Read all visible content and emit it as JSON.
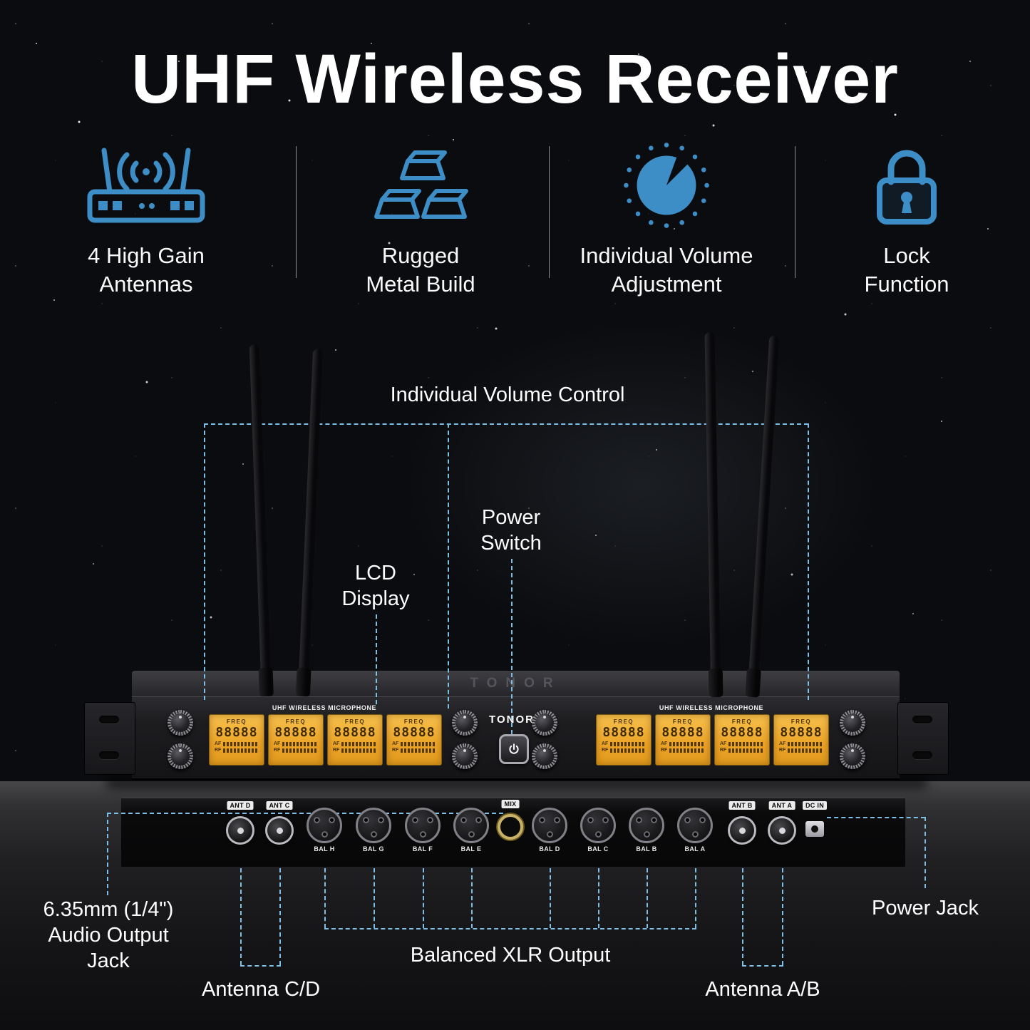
{
  "title": "UHF Wireless Receiver",
  "features": [
    {
      "name": "high-gain-antennas",
      "label_line1": "4 High Gain",
      "label_line2": "Antennas"
    },
    {
      "name": "rugged-metal-build",
      "label_line1": "Rugged",
      "label_line2": "Metal Build"
    },
    {
      "name": "individual-volume",
      "label_line1": "Individual Volume",
      "label_line2": "Adjustment"
    },
    {
      "name": "lock-function",
      "label_line1": "Lock",
      "label_line2": "Function"
    }
  ],
  "annotations": {
    "individual_volume_control": "Individual Volume Control",
    "lcd_display_line1": "LCD",
    "lcd_display_line2": "Display",
    "power_switch_line1": "Power",
    "power_switch_line2": "Switch",
    "audio_output_line1": "6.35mm (1/4\")",
    "audio_output_line2": "Audio Output",
    "audio_output_line3": "Jack",
    "antenna_cd": "Antenna C/D",
    "balanced_xlr": "Balanced XLR Output",
    "antenna_ab": "Antenna A/B",
    "power_jack": "Power Jack"
  },
  "receiver": {
    "brand": "TONOR",
    "panel_header": "UHF WIRELESS MICROPHONE",
    "display": {
      "freq_label": "FREQ",
      "value": "88888",
      "af_label": "AF",
      "rf_label": "RF"
    }
  },
  "rear": {
    "ant_d": "ANT D",
    "ant_c": "ANT C",
    "mix": "MIX",
    "ant_b": "ANT B",
    "ant_a": "ANT A",
    "dc_in": "DC IN",
    "bal_labels": [
      "BAL H",
      "BAL G",
      "BAL F",
      "BAL E",
      "BAL D",
      "BAL C",
      "BAL B",
      "BAL A"
    ]
  },
  "colors": {
    "accent_blue": "#3d8ec6",
    "line_blue": "#7cc0e8",
    "lcd_amber": "#f2a93b",
    "background": "#0b0c0f"
  }
}
